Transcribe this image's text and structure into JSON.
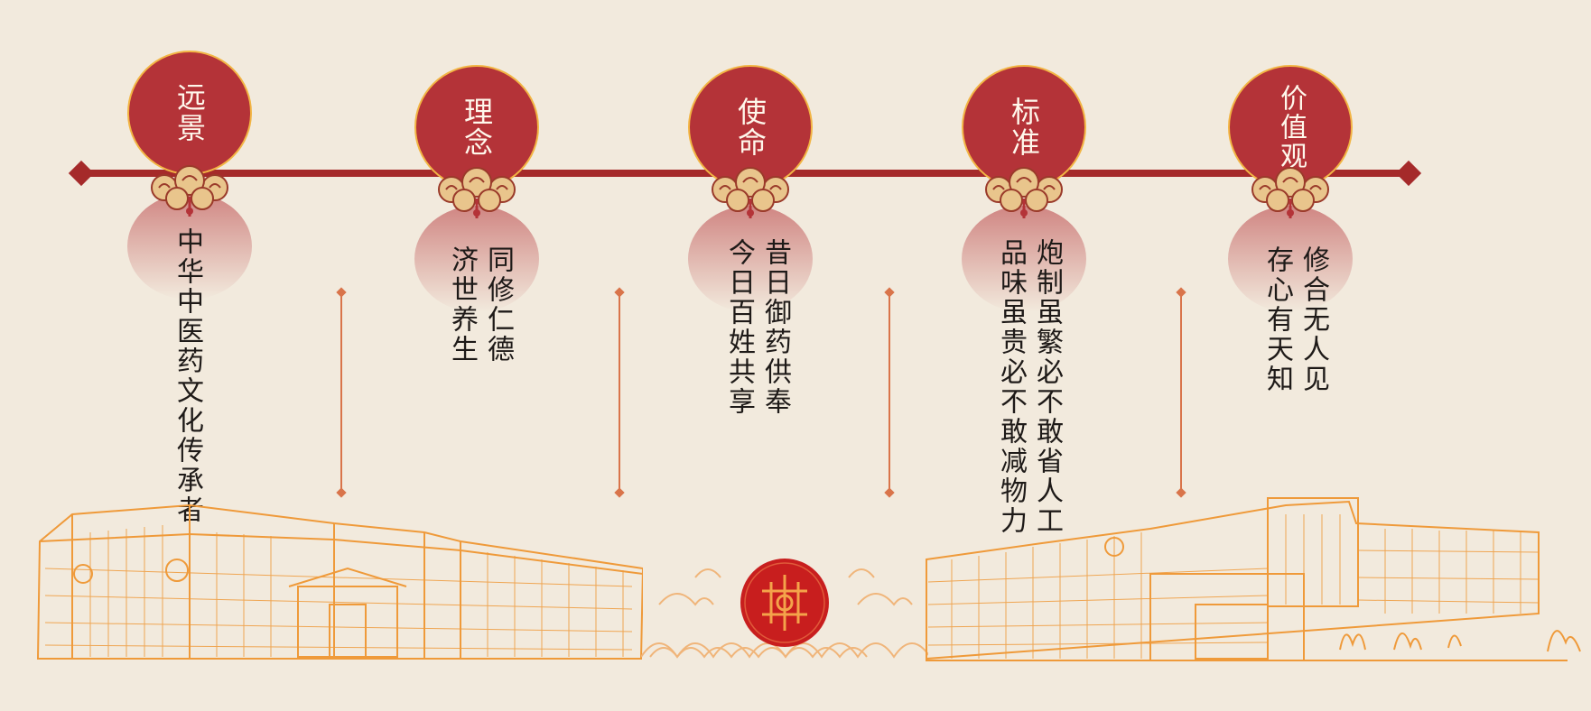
{
  "colors": {
    "background": "#f2eadd",
    "primary_red": "#b43338",
    "timeline_red": "#a52a2a",
    "gold_border": "#f2b544",
    "line_orange": "#d9744a",
    "building_orange": "#ef9a3a",
    "text_dark": "#1e1a18"
  },
  "nodes": [
    {
      "title": "远景",
      "text": "中华中医药文化传承者",
      "ornament_icon": "cloud-ornament-icon"
    },
    {
      "title": "理念",
      "text": "同修仁德\n济世养生",
      "ornament_icon": "cloud-ornament-icon"
    },
    {
      "title": "使命",
      "text": "昔日御药供奉\n今日百姓共享",
      "ornament_icon": "cloud-ornament-icon"
    },
    {
      "title": "标准",
      "text": "炮制虽繁必不敢省人工\n品味虽贵必不敢减物力",
      "ornament_icon": "cloud-ornament-icon"
    },
    {
      "title": "价值观",
      "text": "修合无人见\n存心有天知",
      "ornament_icon": "cloud-ornament-icon"
    }
  ],
  "decorations": {
    "left_building": "building-illustration-icon",
    "center_seal": "red-seal-emblem-icon",
    "right_building": "building-illustration-icon"
  }
}
